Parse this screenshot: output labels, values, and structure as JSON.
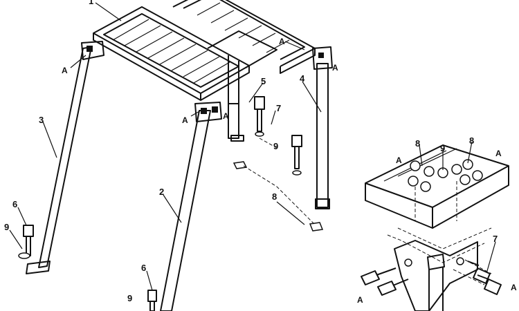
{
  "callouts": {
    "frame": "1",
    "leg_front": "2",
    "leg_left": "3",
    "leg_right": "4",
    "leg_centre": "5",
    "bolt": "6",
    "bolt_mid": "7",
    "nut": "8",
    "washer": "9",
    "section": "A"
  }
}
